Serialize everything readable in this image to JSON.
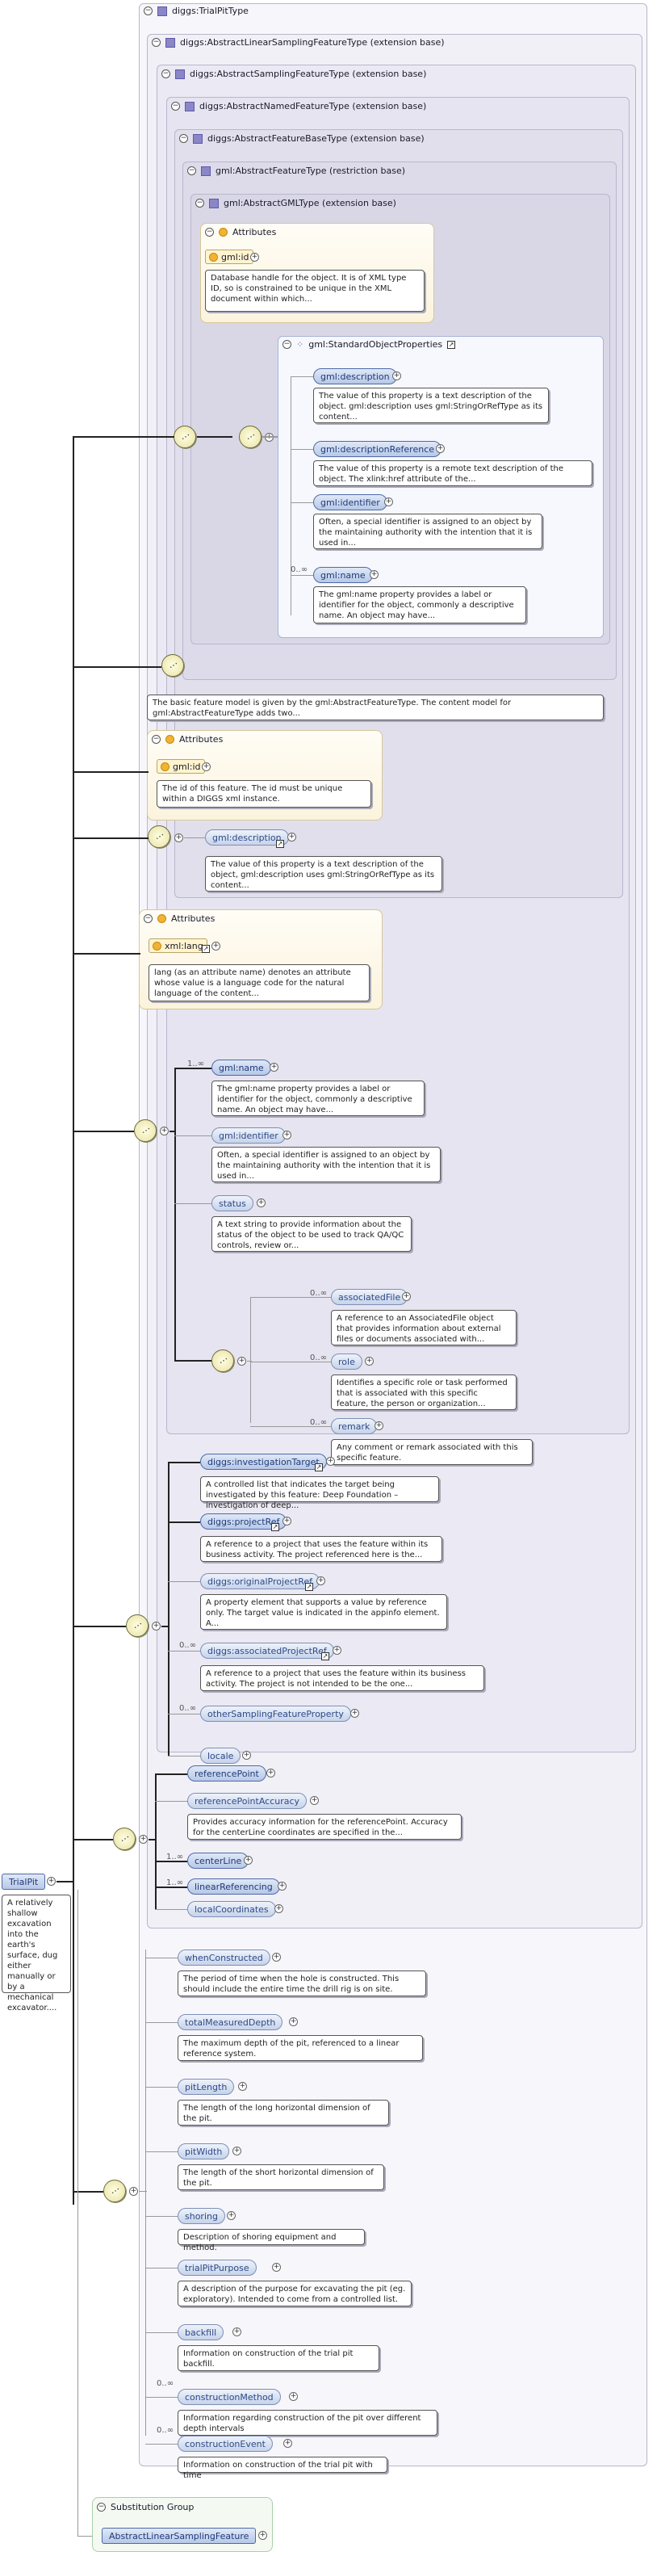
{
  "root": {
    "name": "TrialPit",
    "doc": "A relatively shallow excavation into the earth's surface, dug either manually or by a mechanical excavator...."
  },
  "types": {
    "trialpit": "diggs:TrialPitType",
    "alsf": "diggs:AbstractLinearSamplingFeatureType (extension base)",
    "asf": "diggs:AbstractSamplingFeatureType (extension base)",
    "anf": "diggs:AbstractNamedFeatureType (extension base)",
    "afb": "diggs:AbstractFeatureBaseType (extension base)",
    "gmlaf": "gml:AbstractFeatureType (restriction base)",
    "gmlag": "gml:AbstractGMLType (extension base)"
  },
  "attributes_label": "Attributes",
  "gml_attrs": {
    "id_name": "gml:id",
    "id_doc": "Database handle for the object. It is of XML type ID, so is constrained to be unique in the XML document within which..."
  },
  "std_props": {
    "title": "gml:StandardObjectProperties",
    "items": [
      {
        "name": "gml:description",
        "doc": "The value of this property is a text description of the object. gml:description uses gml:StringOrRefType as its content..."
      },
      {
        "name": "gml:descriptionReference",
        "doc": "The value of this property is a remote text description of the object. The xlink:href attribute of the..."
      },
      {
        "name": "gml:identifier",
        "doc": "Often, a special identifier is assigned to an object by the maintaining authority with the intention that it is used in..."
      },
      {
        "name": "gml:name",
        "card": "0..∞",
        "doc": "The gml:name property provides a label or identifier for the object, commonly a descriptive name. An object may have..."
      }
    ]
  },
  "gmlaf_doc": "The basic feature model is given by the gml:AbstractFeatureType. The content model for gml:AbstractFeatureType adds two...",
  "afb_attrs": {
    "id_name": "gml:id",
    "id_doc": "The id of this feature. The id must be unique within a DIGGS xml instance."
  },
  "afb_desc": {
    "name": "gml:description",
    "doc": "The value of this property is a text description of the object, gml:description uses gml:StringOrRefType as its content..."
  },
  "anf_attrs": {
    "lang_name": "xml:lang",
    "lang_doc": "lang (as an attribute name) denotes an attribute whose value is a language code for the natural language of the content..."
  },
  "anf_items": [
    {
      "name": "gml:name",
      "card": "1..∞",
      "doc": "The gml:name property provides a label or identifier for the object, commonly a descriptive name. An object may have..."
    },
    {
      "name": "gml:identifier",
      "doc": "Often, a special identifier is assigned to an object by the maintaining authority with the intention that it is used in..."
    },
    {
      "name": "status",
      "doc": "A text string to provide information about the status of the object to be used to track QA/QC controls, review or..."
    }
  ],
  "anf_sub": [
    {
      "name": "associatedFile",
      "card": "0..∞",
      "doc": "A reference to an AssociatedFile object that provides information about external files or documents associated with..."
    },
    {
      "name": "role",
      "card": "0..∞",
      "doc": "Identifies a specific role or task performed that is associated with this specific feature, the person or organization..."
    },
    {
      "name": "remark",
      "card": "0..∞",
      "doc": "Any comment or remark associated with this specific feature."
    }
  ],
  "asf_items": [
    {
      "name": "diggs:investigationTarget",
      "doc": "A controlled list that indicates the target being investigated by this feature: Deep Foundation – investigation of deep..."
    },
    {
      "name": "diggs:projectRef",
      "doc": "A reference to a project that uses the feature within its business activity. The project referenced here is the..."
    },
    {
      "name": "diggs:originalProjectRef",
      "doc": "A property element that supports a value by reference only. The target value is indicated in the appinfo element. A..."
    },
    {
      "name": "diggs:associatedProjectRef",
      "card": "0..∞",
      "doc": "A reference to a project that uses the feature within its business activity. The project is not intended to be the one..."
    },
    {
      "name": "otherSamplingFeatureProperty",
      "card": "0..∞",
      "doc": ""
    },
    {
      "name": "locale",
      "doc": ""
    }
  ],
  "alsf_items": [
    {
      "name": "referencePoint",
      "doc": ""
    },
    {
      "name": "referencePointAccuracy",
      "doc": "Provides accuracy information for the referencePoint. Accuracy for the centerLine coordinates are specified in the..."
    },
    {
      "name": "centerLine",
      "card": "1..∞",
      "doc": ""
    },
    {
      "name": "linearReferencing",
      "card": "1..∞",
      "doc": ""
    },
    {
      "name": "localCoordinates",
      "doc": ""
    }
  ],
  "tp_items": [
    {
      "name": "whenConstructed",
      "doc": "The period of time when the hole is constructed. This should include the entire time the drill rig is on site."
    },
    {
      "name": "totalMeasuredDepth",
      "doc": "The maximum depth of the pit, referenced to a linear reference system."
    },
    {
      "name": "pitLength",
      "doc": "The length of the long horizontal dimension of the pit."
    },
    {
      "name": "pitWidth",
      "doc": "The length of the short horizontal dimension of the pit."
    },
    {
      "name": "shoring",
      "doc": "Description of shoring equipment and method."
    },
    {
      "name": "trialPitPurpose",
      "doc": "A description of the purpose for excavating the pit (eg. exploratory). Intended to come from a controlled list."
    },
    {
      "name": "backfill",
      "doc": "Information on construction of the trial pit backfill."
    },
    {
      "name": "constructionMethod",
      "card": "0..∞",
      "doc": "Information regarding construction of the pit over different depth intervals"
    },
    {
      "name": "constructionEvent",
      "card": "0..∞",
      "doc": "Information on construction of the trial pit with time"
    }
  ],
  "subst": {
    "title": "Substitution Group",
    "name": "AbstractLinearSamplingFeature"
  },
  "symbols": {
    "collapse": "−",
    "expand": "+",
    "link": "↗"
  }
}
